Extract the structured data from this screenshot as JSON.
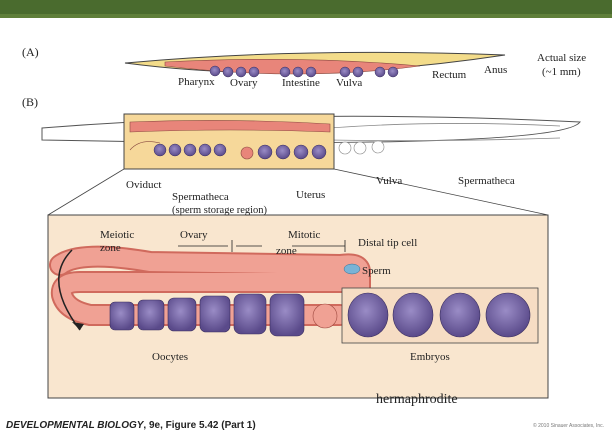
{
  "labels": {
    "panel_a": "(A)",
    "panel_b": "(B)",
    "actual_size": "Actual size",
    "actual_size_value": "(~1 mm)",
    "pharynx": "Pharynx",
    "ovary": "Ovary",
    "intestine": "Intestine",
    "vulva": "Vulva",
    "rectum": "Rectum",
    "anus": "Anus",
    "oviduct": "Oviduct",
    "spermatheca": "Spermatheca",
    "sperm_storage": "(sperm storage region)",
    "uterus": "Uterus",
    "vulva_b": "Vulva",
    "spermatheca_b": "Spermatheca",
    "meiotic": "Meiotic",
    "zone": "zone",
    "ovary_inset": "Ovary",
    "mitotic": "Mitotic",
    "zone2": "zone",
    "distal_tip_cell": "Distal tip cell",
    "sperm": "Sperm",
    "oocytes": "Oocytes",
    "embryos": "Embryos"
  },
  "caption": "hermaphrodite",
  "footer": {
    "book": "DEVELOPMENTAL BIOLOGY",
    "rest": ", 9e, Figure 5.42 (Part 1)"
  },
  "copyright": "© 2010 Sinauer Associates, Inc.",
  "colors": {
    "worm_fill": "#f3dc8a",
    "gonad": "#e8857a",
    "oocyte": "#7a6aa8",
    "inset_bg": "#f9e6cf",
    "outline": "#444444"
  }
}
